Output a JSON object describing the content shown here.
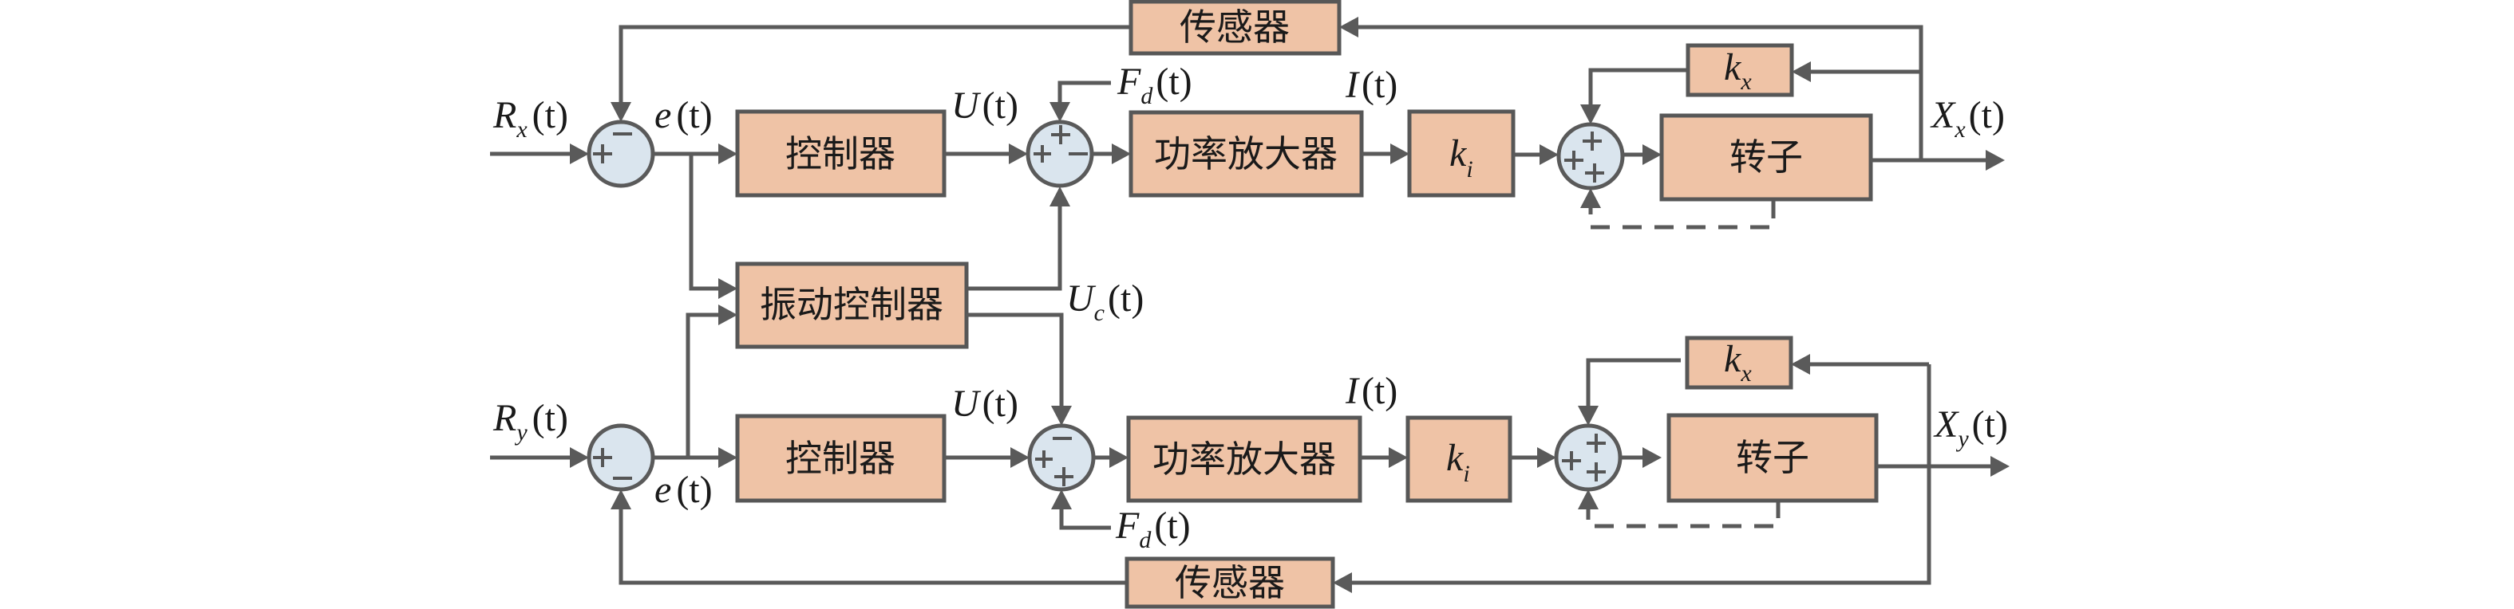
{
  "diagram": {
    "title": "Magnetic bearing rotor vibration control block diagram",
    "blocks": {
      "sensor": "传感器",
      "controller": "控制器",
      "vibration_controller": "振动控制器",
      "power_amplifier": "功率放大器",
      "ki": {
        "base": "k",
        "sub": "i"
      },
      "kx": {
        "base": "k",
        "sub": "x"
      },
      "rotor": "转子"
    },
    "signals": {
      "rx": {
        "base": "R",
        "sub": "x",
        "arg": "(t)"
      },
      "ry": {
        "base": "R",
        "sub": "y",
        "arg": "(t)"
      },
      "error": {
        "base": "e",
        "sub": "",
        "arg": "(t)"
      },
      "control": {
        "base": "U",
        "sub": "",
        "arg": "(t)"
      },
      "disturbance": {
        "base": "F",
        "sub": "d",
        "arg": "(t)"
      },
      "vibration_control": {
        "base": "U",
        "sub": "c",
        "arg": "(t)"
      },
      "current": {
        "base": "I",
        "sub": "",
        "arg": "(t)"
      },
      "xx": {
        "base": "X",
        "sub": "x",
        "arg": "(t)"
      },
      "xy": {
        "base": "X",
        "sub": "y",
        "arg": "(t)"
      }
    },
    "signs": {
      "plus": "+",
      "minus": "−"
    },
    "colors": {
      "block_fill": "#efc3a6",
      "summer_fill": "#dae5ee",
      "line": "#5a5a5a"
    }
  }
}
